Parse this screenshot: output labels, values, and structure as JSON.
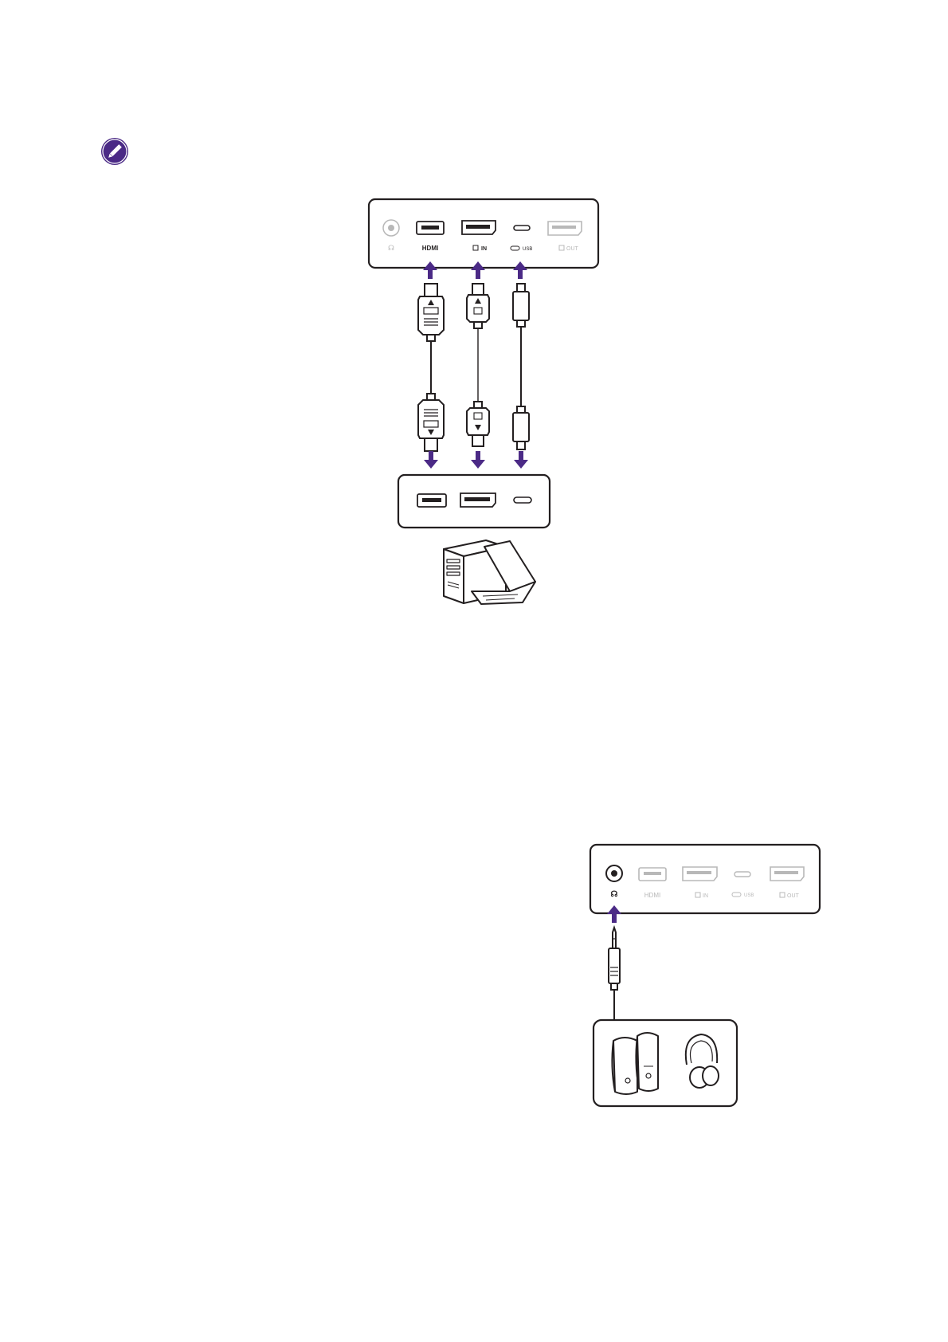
{
  "colors": {
    "accent": "#4b2a86",
    "line": "#231f20",
    "faint": "#b8b8b8"
  },
  "note": {
    "icon": "pencil-note-icon"
  },
  "video_diagram": {
    "monitor_ports": {
      "headphone_label": "☊",
      "hdmi_label": "HDMI",
      "dp_in_label": "IN",
      "usbc_label": "USB",
      "dp_out_label": "OUT"
    },
    "cables": [
      "hdmi-cable",
      "displayport-cable",
      "usb-c-cable"
    ],
    "pc_ports": [
      "hdmi-port",
      "displayport-port",
      "usb-c-port"
    ],
    "device_icon": "pc-and-laptop-icon"
  },
  "audio_diagram": {
    "monitor_ports": {
      "headphone_label": "☊",
      "hdmi_label": "HDMI",
      "dp_in_label": "IN",
      "usbc_label": "USB",
      "dp_out_label": "OUT"
    },
    "cable": "audio-jack-cable",
    "device_icons": [
      "speakers-icon",
      "headphones-icon"
    ]
  }
}
